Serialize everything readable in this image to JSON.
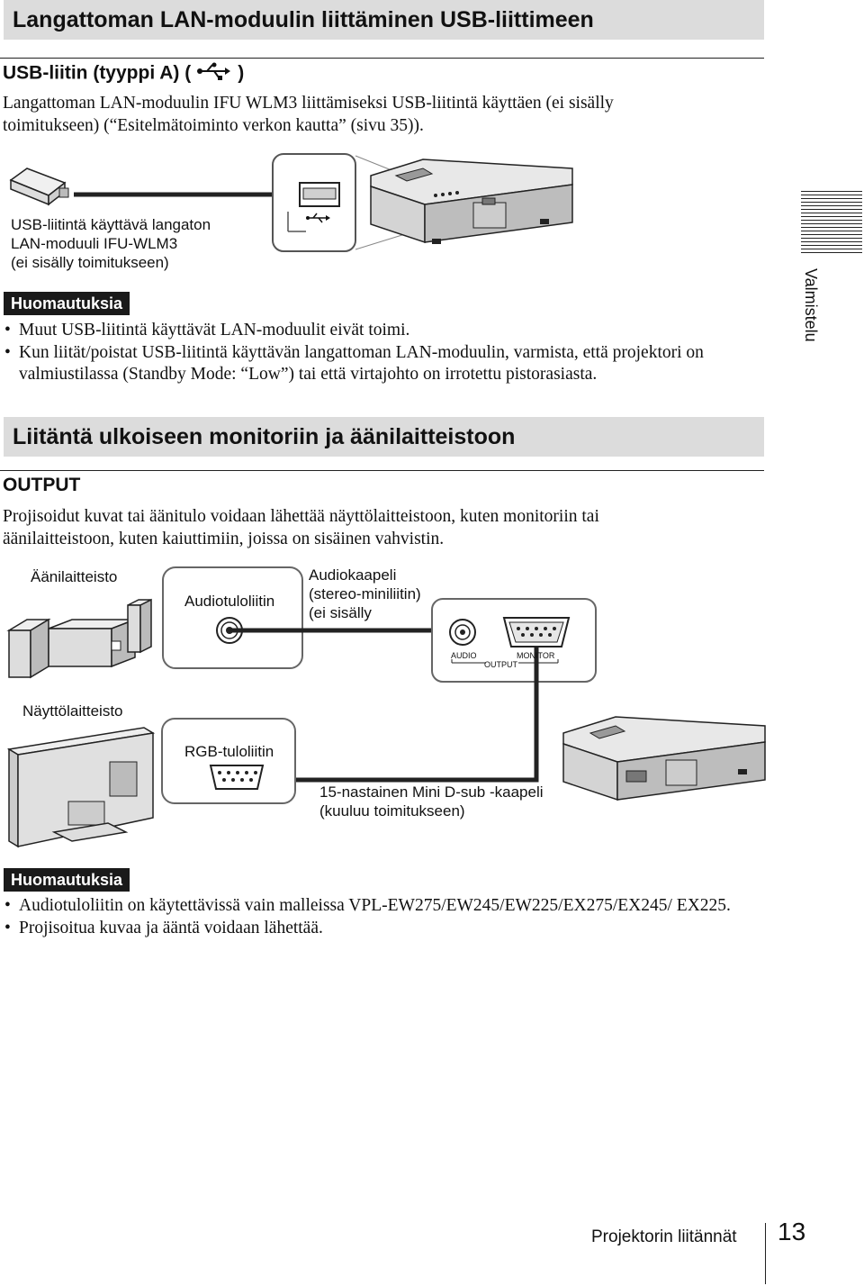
{
  "section1": {
    "title": "Langattoman LAN-moduulin liittäminen USB-liittimeen",
    "subheading_prefix": "USB-liitin (tyyppi A) (",
    "subheading_suffix": ")",
    "body_line1": "Langattoman LAN-moduulin IFU WLM3 liittämiseksi USB-liitintä käyttäen (ei sisälly",
    "body_line2": "toimitukseen) (“Esitelmätoiminto verkon kautta” (sivu 35)).",
    "figure_caption": [
      "USB-liitintä käyttävä langaton",
      "LAN-moduuli IFU-WLM3",
      "(ei sisälly toimitukseen)"
    ],
    "notes_label": "Huomautuksia",
    "notes": [
      "Muut USB-liitintä käyttävät LAN-moduulit eivät toimi.",
      "Kun liität/poistat USB-liitintä käyttävän langattoman LAN-moduulin, varmista, että projektori on valmiustilassa (Standby Mode: “Low”) tai että virtajohto on irrotettu pistorasiasta."
    ]
  },
  "side_tab": "Valmistelu",
  "section2": {
    "title": "Liitäntä ulkoiseen monitoriin ja äänilaitteistoon",
    "subheading": "OUTPUT",
    "body_line1": "Projisoidut kuvat tai äänitulo voidaan lähettää näyttölaitteistoon, kuten monitoriin tai",
    "body_line2": "äänilaitteistoon, kuten kaiuttimiin, joissa on sisäinen vahvistin.",
    "diagram": {
      "audio_device_label": "Äänilaitteisto",
      "audio_input_label": "Audiotuloliitin",
      "audio_cable_label": [
        "Audiokaapeli",
        "(stereo-miniliitin)",
        "(ei sisälly"
      ],
      "port_audio": "AUDIO",
      "port_monitor": "MONITOR",
      "port_output": "OUTPUT",
      "display_device_label": "Näyttölaitteisto",
      "rgb_input_label": "RGB-tuloliitin",
      "rgb_cable_label": [
        "15-nastainen Mini D-sub -kaapeli",
        "(kuuluu toimitukseen)"
      ]
    },
    "notes_label": "Huomautuksia",
    "notes": [
      "Audiotuloliitin on käytettävissä vain malleissa VPL-EW275/EW245/EW225/EX275/EX245/ EX225.",
      "Projisoitua kuvaa ja ääntä voidaan lähettää."
    ]
  },
  "footer": {
    "section_name": "Projektorin liitännät",
    "page_number": "13"
  }
}
